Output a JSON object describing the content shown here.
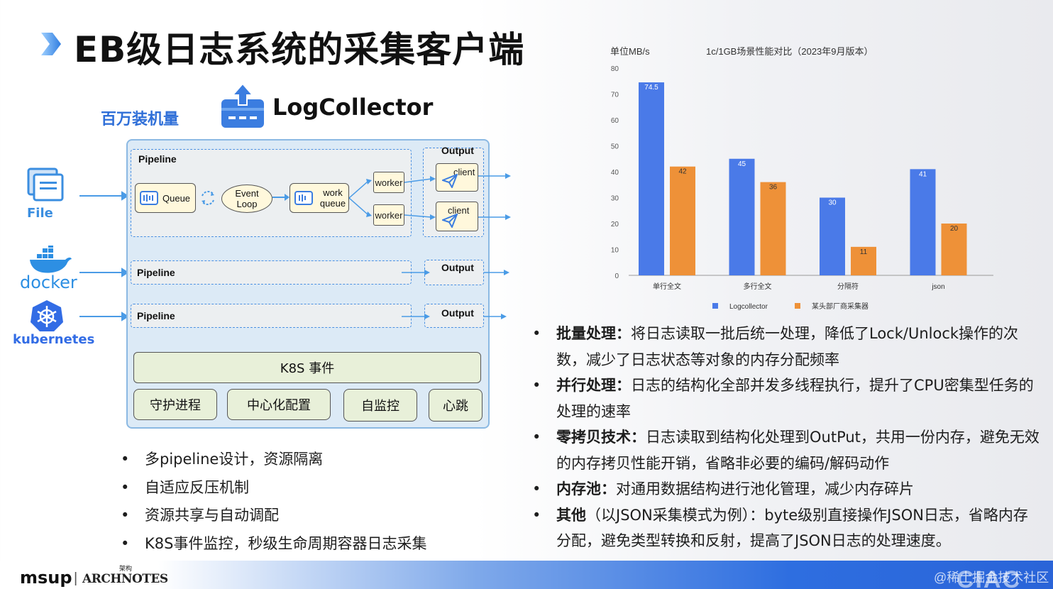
{
  "title": "EB级日志系统的采集客户端",
  "diagram": {
    "scale_label": "百万装机量",
    "product_name": "LogCollector",
    "sources": [
      "File",
      "docker",
      "kubernetes"
    ],
    "pipeline_label": "Pipeline",
    "output_label": "Output",
    "queue_label": "Queue",
    "event_loop_label": "Event Loop",
    "work_queue_label": "work queue",
    "worker_label": "worker",
    "client_label": "client",
    "k8s_event_label": "K8S 事件",
    "services": [
      "守护进程",
      "中心化配置",
      "自监控",
      "心跳"
    ]
  },
  "left_bullets": [
    "多pipeline设计，资源隔离",
    "自适应反压机制",
    "资源共享与自动调配",
    "K8S事件监控，秒级生命周期容器日志采集"
  ],
  "chart_data": {
    "type": "bar",
    "title": "1c/1GB场景性能对比（2023年9月版本）",
    "ylabel": "单位MB/s",
    "xlabel": "",
    "categories": [
      "单行全文",
      "多行全文",
      "分隔符",
      "json"
    ],
    "series": [
      {
        "name": "Logcollector",
        "color": "#4a7ae8",
        "values": [
          74.5,
          45,
          30,
          41
        ]
      },
      {
        "name": "某头部厂商采集器",
        "color": "#ee9138",
        "values": [
          42,
          36,
          11,
          20
        ]
      }
    ],
    "ylim": [
      0,
      80
    ],
    "yticks": [
      0,
      10,
      20,
      30,
      40,
      50,
      60,
      70,
      80
    ],
    "grid": false,
    "legend": "bottom"
  },
  "right_bullets": [
    {
      "bold": "批量处理：",
      "text": "将日志读取一批后统一处理，降低了Lock/Unlock操作的次数，减少了日志状态等对象的内存分配频率"
    },
    {
      "bold": "并行处理：",
      "text": "日志的结构化全部并发多线程执行，提升了CPU密集型任务的处理的速率"
    },
    {
      "bold": "零拷贝技术：",
      "text": "日志读取到结构化处理到OutPut，共用一份内存，避免无效的内存拷贝性能开销，省略非必要的编码/解码动作"
    },
    {
      "bold": "内存池：",
      "text": "对通用数据结构进行池化管理，减少内存碎片"
    },
    {
      "bold": "其他",
      "text": "（以JSON采集模式为例）：byte级别直接操作JSON日志，省略内存分配，避免类型转换和反射，提高了JSON日志的处理速度。"
    }
  ],
  "footer": {
    "msup": "msup",
    "separator": "|",
    "archnotes": "ARCHNOTES",
    "archnotes_cn": "架构",
    "watermark": "@稀土掘金技术社区",
    "event_logo": "CIAC"
  },
  "colors": {
    "accent_blue": "#2f6fd8",
    "source_blue": "#3b8ee0",
    "bar_blue": "#4a7ae8",
    "bar_orange": "#ee9138"
  }
}
